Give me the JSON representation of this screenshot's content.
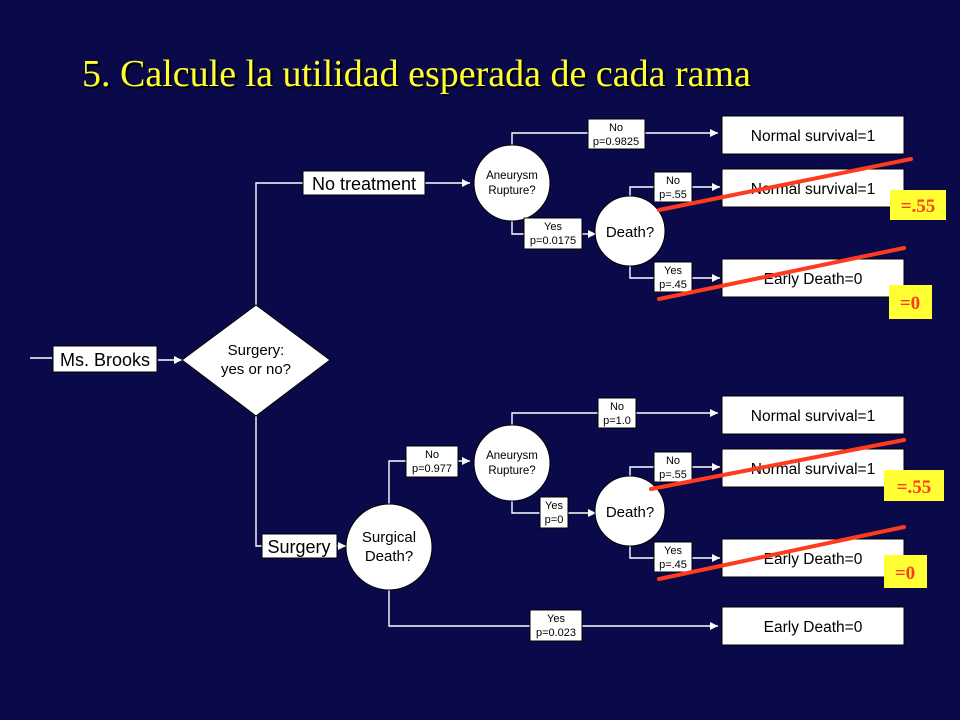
{
  "title": "5. Calcule la utilidad esperada de cada rama",
  "colors": {
    "background": "#0a0a4a",
    "title": "#ffff33",
    "strike": "#ff3b1f",
    "badge_fill": "#ffff33",
    "badge_text": "#ff3b1f",
    "line": "#ffffff"
  },
  "tree": {
    "root": "Ms. Brooks",
    "decision": [
      "Surgery:",
      "yes or no?"
    ],
    "no_treatment": {
      "label": "No treatment",
      "rupture_node": [
        "Aneurysm",
        "Rupture?"
      ],
      "no_rupture": {
        "branch": [
          "No",
          "p=0.9825"
        ],
        "outcome": "Normal survival=1"
      },
      "rupture": {
        "branch": [
          "Yes",
          "p=0.0175"
        ]
      },
      "death_node": "Death?",
      "survive": {
        "branch": [
          "No",
          "p=.55"
        ],
        "outcome": "Normal survival=1"
      },
      "die": {
        "branch": [
          "Yes",
          "p=.45"
        ],
        "outcome": "Early Death=0"
      }
    },
    "surgery": {
      "label": "Surgery",
      "surgical_death_node": [
        "Surgical",
        "Death?"
      ],
      "survive_surgery": {
        "branch": [
          "No",
          "p=0.977"
        ]
      },
      "rupture_node": [
        "Aneurysm",
        "Rupture?"
      ],
      "no_rupture": {
        "branch": [
          "No",
          "p=1.0"
        ],
        "outcome": "Normal survival=1"
      },
      "rupture": {
        "branch": [
          "Yes",
          "p=0"
        ]
      },
      "death_node": "Death?",
      "survive": {
        "branch": [
          "No",
          "p=.55"
        ],
        "outcome": "Normal survival=1"
      },
      "die": {
        "branch": [
          "Yes",
          "p=.45"
        ],
        "outcome": "Early Death=0"
      },
      "surgical_death": {
        "branch": [
          "Yes",
          "p=0.023"
        ],
        "outcome": "Early Death=0"
      }
    }
  },
  "annotations": {
    "top_survival": "=.55",
    "top_death": "=0",
    "bottom_survival": "=.55",
    "bottom_death": "=0"
  }
}
